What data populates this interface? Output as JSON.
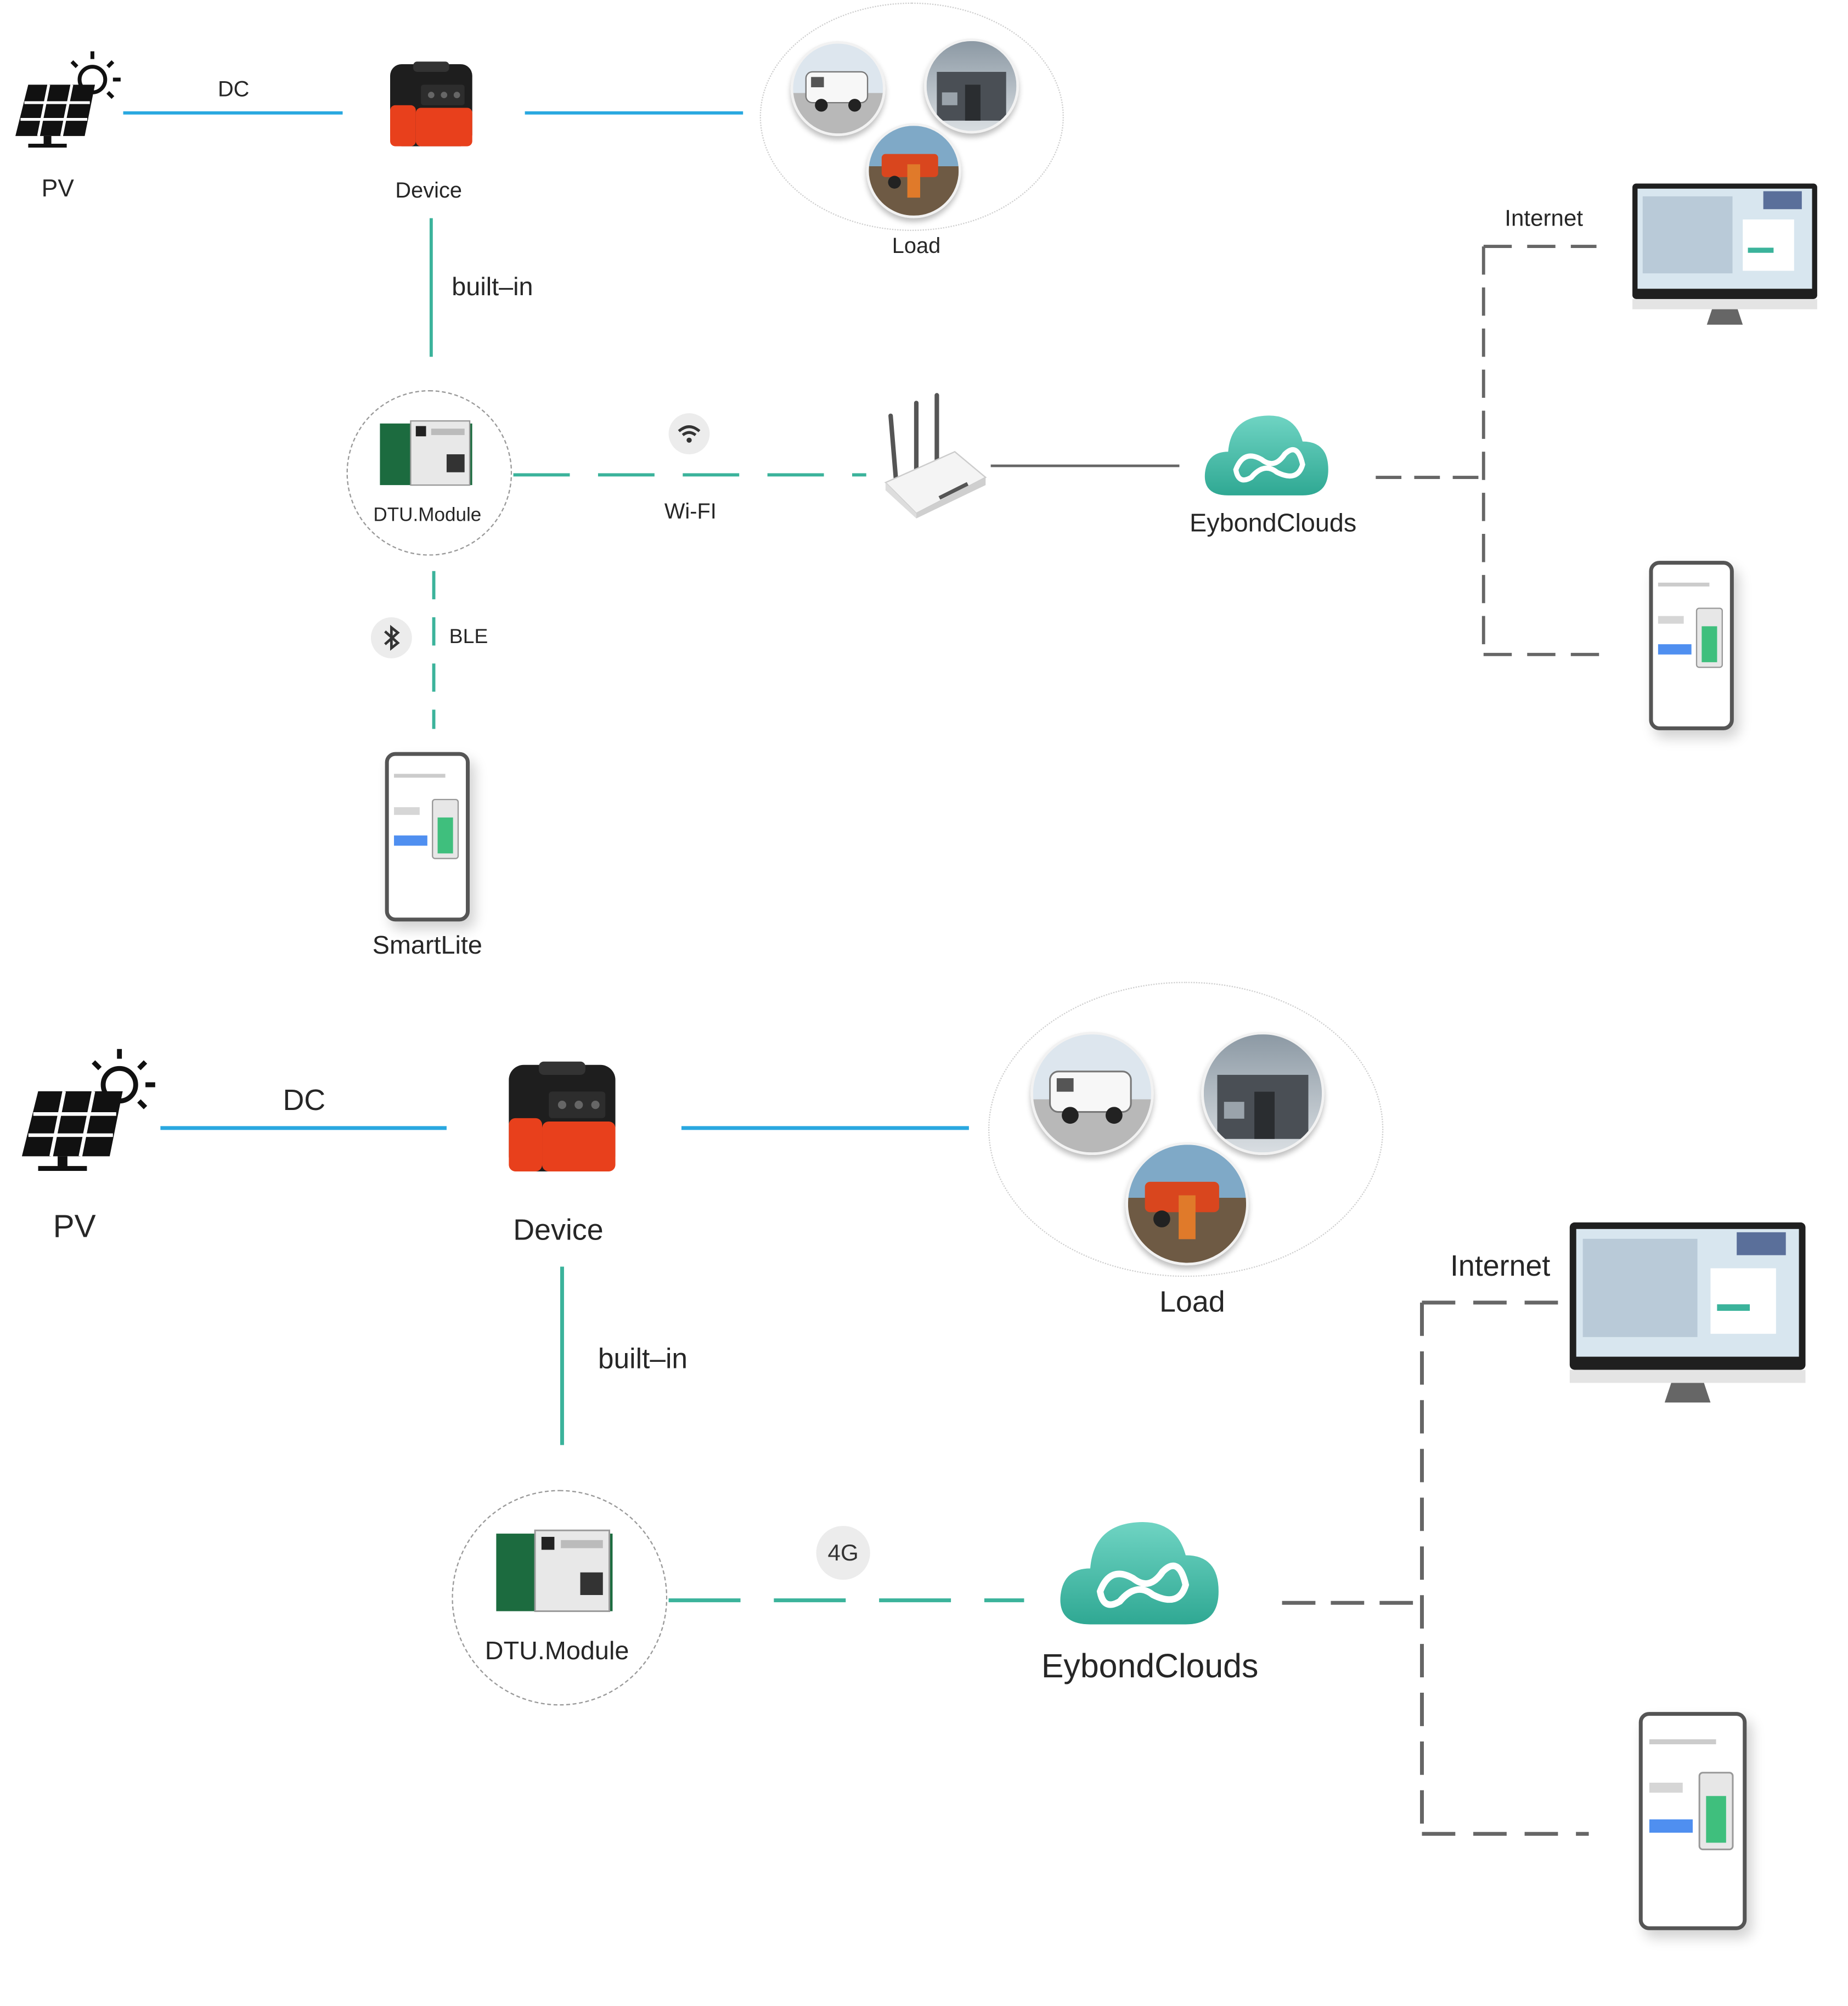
{
  "top": {
    "pv_label": "PV",
    "dc_label": "DC",
    "device_label": "Device",
    "load_label": "Load",
    "builtin_label": "built–in",
    "dtu_label": "DTU.Module",
    "wifi_label": "Wi-FI",
    "ble_label": "BLE",
    "cloud_label": "EybondClouds",
    "internet_label": "Internet",
    "app_label": "SmartLite"
  },
  "bottom": {
    "pv_label": "PV",
    "dc_label": "DC",
    "device_label": "Device",
    "load_label": "Load",
    "builtin_label": "built–in",
    "dtu_label": "DTU.Module",
    "network_label": "4G",
    "cloud_label": "EybondClouds",
    "internet_label": "Internet"
  },
  "colors": {
    "dc_line": "#29a8e0",
    "data_line": "#3bb39b",
    "network_line": "#666666",
    "cloud": "#3fb9a5"
  },
  "icons": [
    "solar-panel-icon",
    "power-station-icon",
    "router-icon",
    "cloud-icon",
    "wifi-icon",
    "bluetooth-icon",
    "monitor-icon",
    "phone-icon"
  ]
}
